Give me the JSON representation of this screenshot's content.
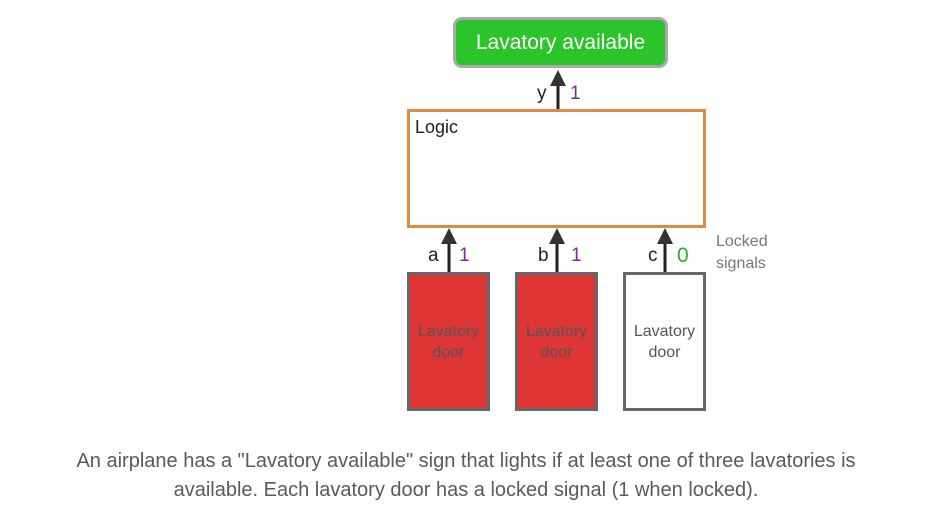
{
  "output": {
    "label": "Lavatory available",
    "signal_name": "y",
    "signal_value": "1",
    "color": "#2bc42b"
  },
  "logic": {
    "label": "Logic",
    "border_color": "#e08a42"
  },
  "inputs": [
    {
      "signal_name": "a",
      "signal_value": "1",
      "door_line1": "Lavatory",
      "door_line2": "door",
      "state": "locked"
    },
    {
      "signal_name": "b",
      "signal_value": "1",
      "door_line1": "Lavatory",
      "door_line2": "door",
      "state": "locked"
    },
    {
      "signal_name": "c",
      "signal_value": "0",
      "door_line1": "Lavatory",
      "door_line2": "door",
      "state": "unlocked"
    }
  ],
  "locked_note": {
    "line1": "Locked",
    "line2": "signals"
  },
  "colors": {
    "value_one": "#7a2a9a",
    "value_zero": "#22b422",
    "locked_door": "#e03535",
    "unlocked_door": "#ffffff"
  },
  "caption": {
    "line1": "An airplane has a \"Lavatory available\" sign that lights if at least one of three lavatories is",
    "line2": "available. Each lavatory door has a locked signal (1 when locked)."
  }
}
